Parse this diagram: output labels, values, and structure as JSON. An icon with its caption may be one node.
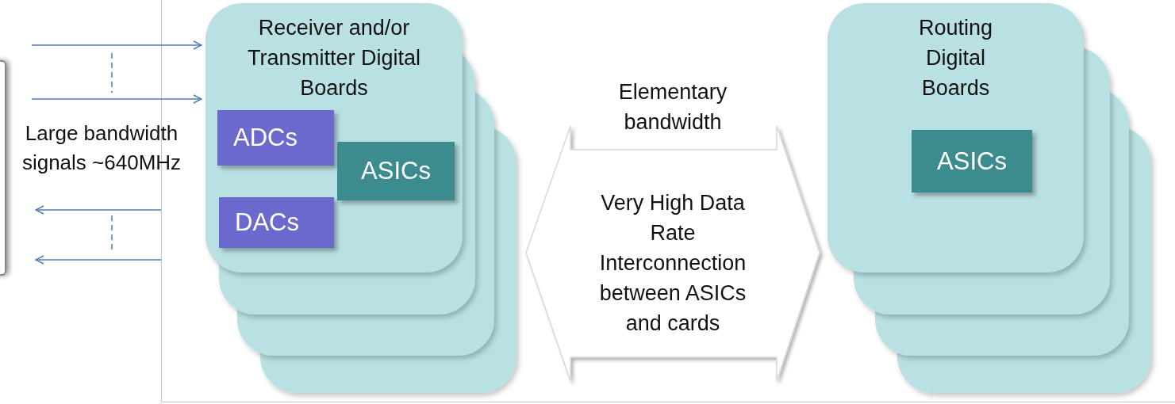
{
  "diagram": {
    "nodes": [
      {
        "text": [],
        "shape": "box"
      },
      {
        "text": [],
        "shape": "box"
      },
      {
        "text": [
          "Receiver and/or Transmitter Digital Boards"
        ],
        "in": 0
      },
      {
        "text": [
          "ADCs"
        ],
        "in": 2
      },
      {
        "text": [
          "ASICs"
        ],
        "in": 2
      },
      {
        "text": [
          "DACs"
        ],
        "in": 2
      },
      {
        "text": [
          "Elementary bandwidth",
          "Very High Data Rate Interconnection between ASICs and cards"
        ],
        "in": 0
      },
      {
        "text": [
          "Routing Digital Boards"
        ],
        "in": 0
      },
      {
        "text": [
          "ASICs"
        ],
        "in": 7
      }
    ],
    "edges": [
      {
        "from": null,
        "to": 2,
        "arrow": "to"
      },
      {
        "from": null,
        "to": 2,
        "arrow": "to"
      },
      {
        "from": 0,
        "to": 1,
        "arrow": "to"
      },
      {
        "from": 0,
        "to": 1,
        "arrow": "to"
      }
    ],
    "labels": [
      "Large bandwidth signals ~640MHz"
    ]
  }
}
